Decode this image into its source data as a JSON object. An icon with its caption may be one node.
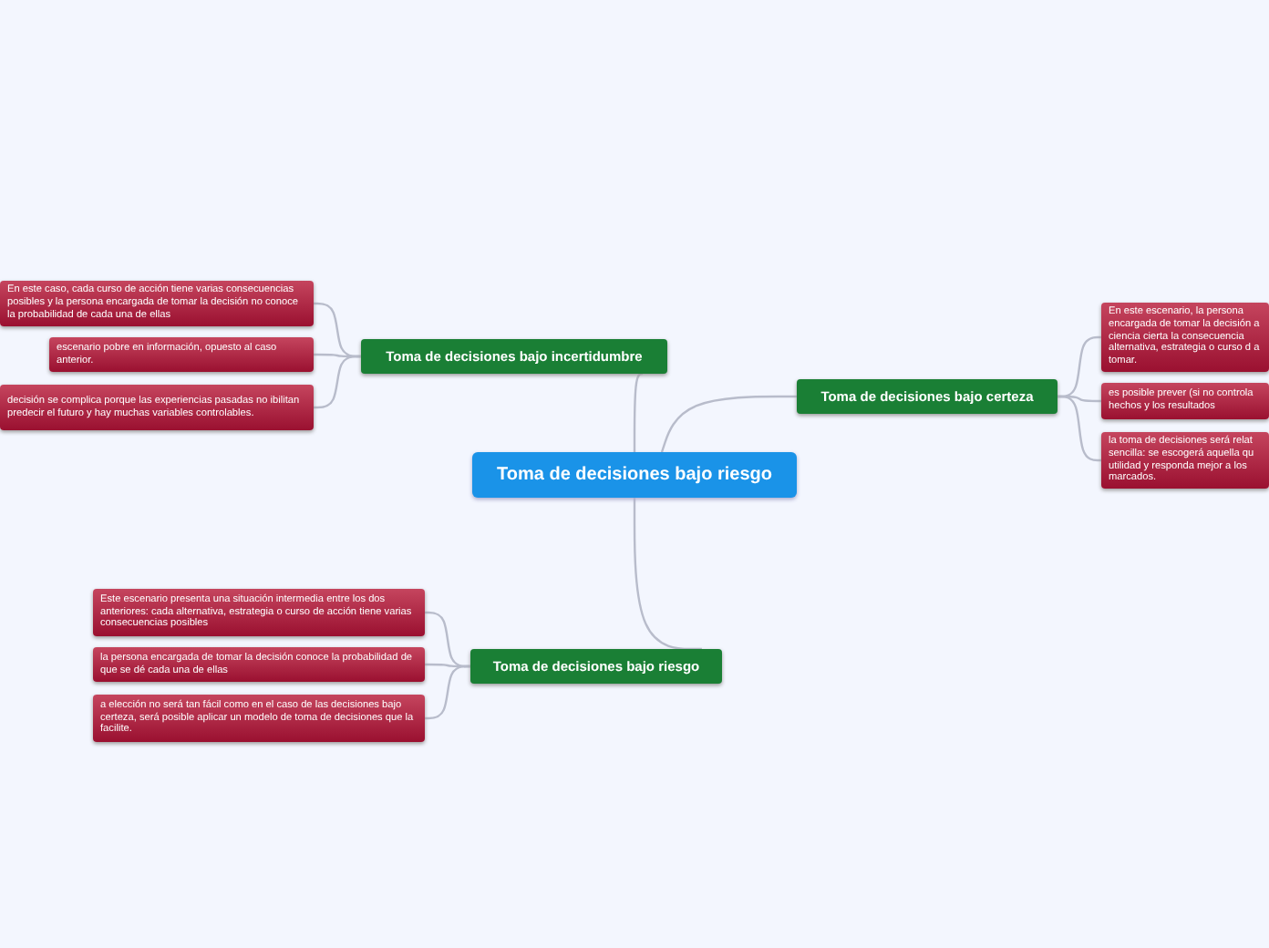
{
  "diagram": {
    "nodes": [
      {
        "text": [
          "Toma de decisiones bajo riesgo"
        ]
      },
      {
        "text": [
          "Toma de decisiones bajo incertidumbre"
        ]
      },
      {
        "text": [
          "En este caso, cada curso de acción tiene varias consecuencias posibles y la persona encargada de tomar la decisión no conoce la probabilidad de cada una de ellas"
        ]
      },
      {
        "text": [
          "escenario pobre en información, opuesto al caso anterior."
        ]
      },
      {
        "text": [
          "decisión se complica porque las experiencias pasadas no ibilitan predecir el futuro y hay muchas variables controlables."
        ]
      },
      {
        "text": [
          "Toma de decisiones bajo certeza"
        ]
      },
      {
        "text": [
          "En este escenario, la persona encargada de tomar la decisión a ciencia cierta la consecuencia alternativa, estrategia o curso d a tomar."
        ]
      },
      {
        "text": [
          "es posible prever (si no controla hechos y los resultados"
        ]
      },
      {
        "text": [
          "la toma de decisiones será relat sencilla: se escogerá aquella qu utilidad y responda mejor a los marcados."
        ]
      },
      {
        "text": [
          "Toma de decisiones bajo riesgo"
        ]
      },
      {
        "text": [
          "Este escenario presenta una situación intermedia entre los dos anteriores: cada alternativa, estrategia o curso de acción tiene varias consecuencias posibles"
        ]
      },
      {
        "text": [
          "la persona encargada de tomar la decisión conoce la probabilidad de que se dé cada una de ellas"
        ]
      },
      {
        "text": [
          "a elección no será tan fácil como en el caso de las decisiones bajo certeza, será posible aplicar un modelo de toma de decisiones que la facilite."
        ]
      }
    ],
    "edges": [
      {
        "from": 0,
        "to": 1,
        "arrow": "none"
      },
      {
        "from": 1,
        "to": 2,
        "arrow": "none"
      },
      {
        "from": 1,
        "to": 3,
        "arrow": "none"
      },
      {
        "from": 1,
        "to": 4,
        "arrow": "none"
      },
      {
        "from": 0,
        "to": 5,
        "arrow": "none"
      },
      {
        "from": 5,
        "to": 6,
        "arrow": "none"
      },
      {
        "from": 5,
        "to": 7,
        "arrow": "none"
      },
      {
        "from": 5,
        "to": 8,
        "arrow": "none"
      },
      {
        "from": 0,
        "to": 9,
        "arrow": "none"
      },
      {
        "from": 9,
        "to": 10,
        "arrow": "none"
      },
      {
        "from": 9,
        "to": 11,
        "arrow": "none"
      },
      {
        "from": 9,
        "to": 12,
        "arrow": "none"
      }
    ]
  }
}
